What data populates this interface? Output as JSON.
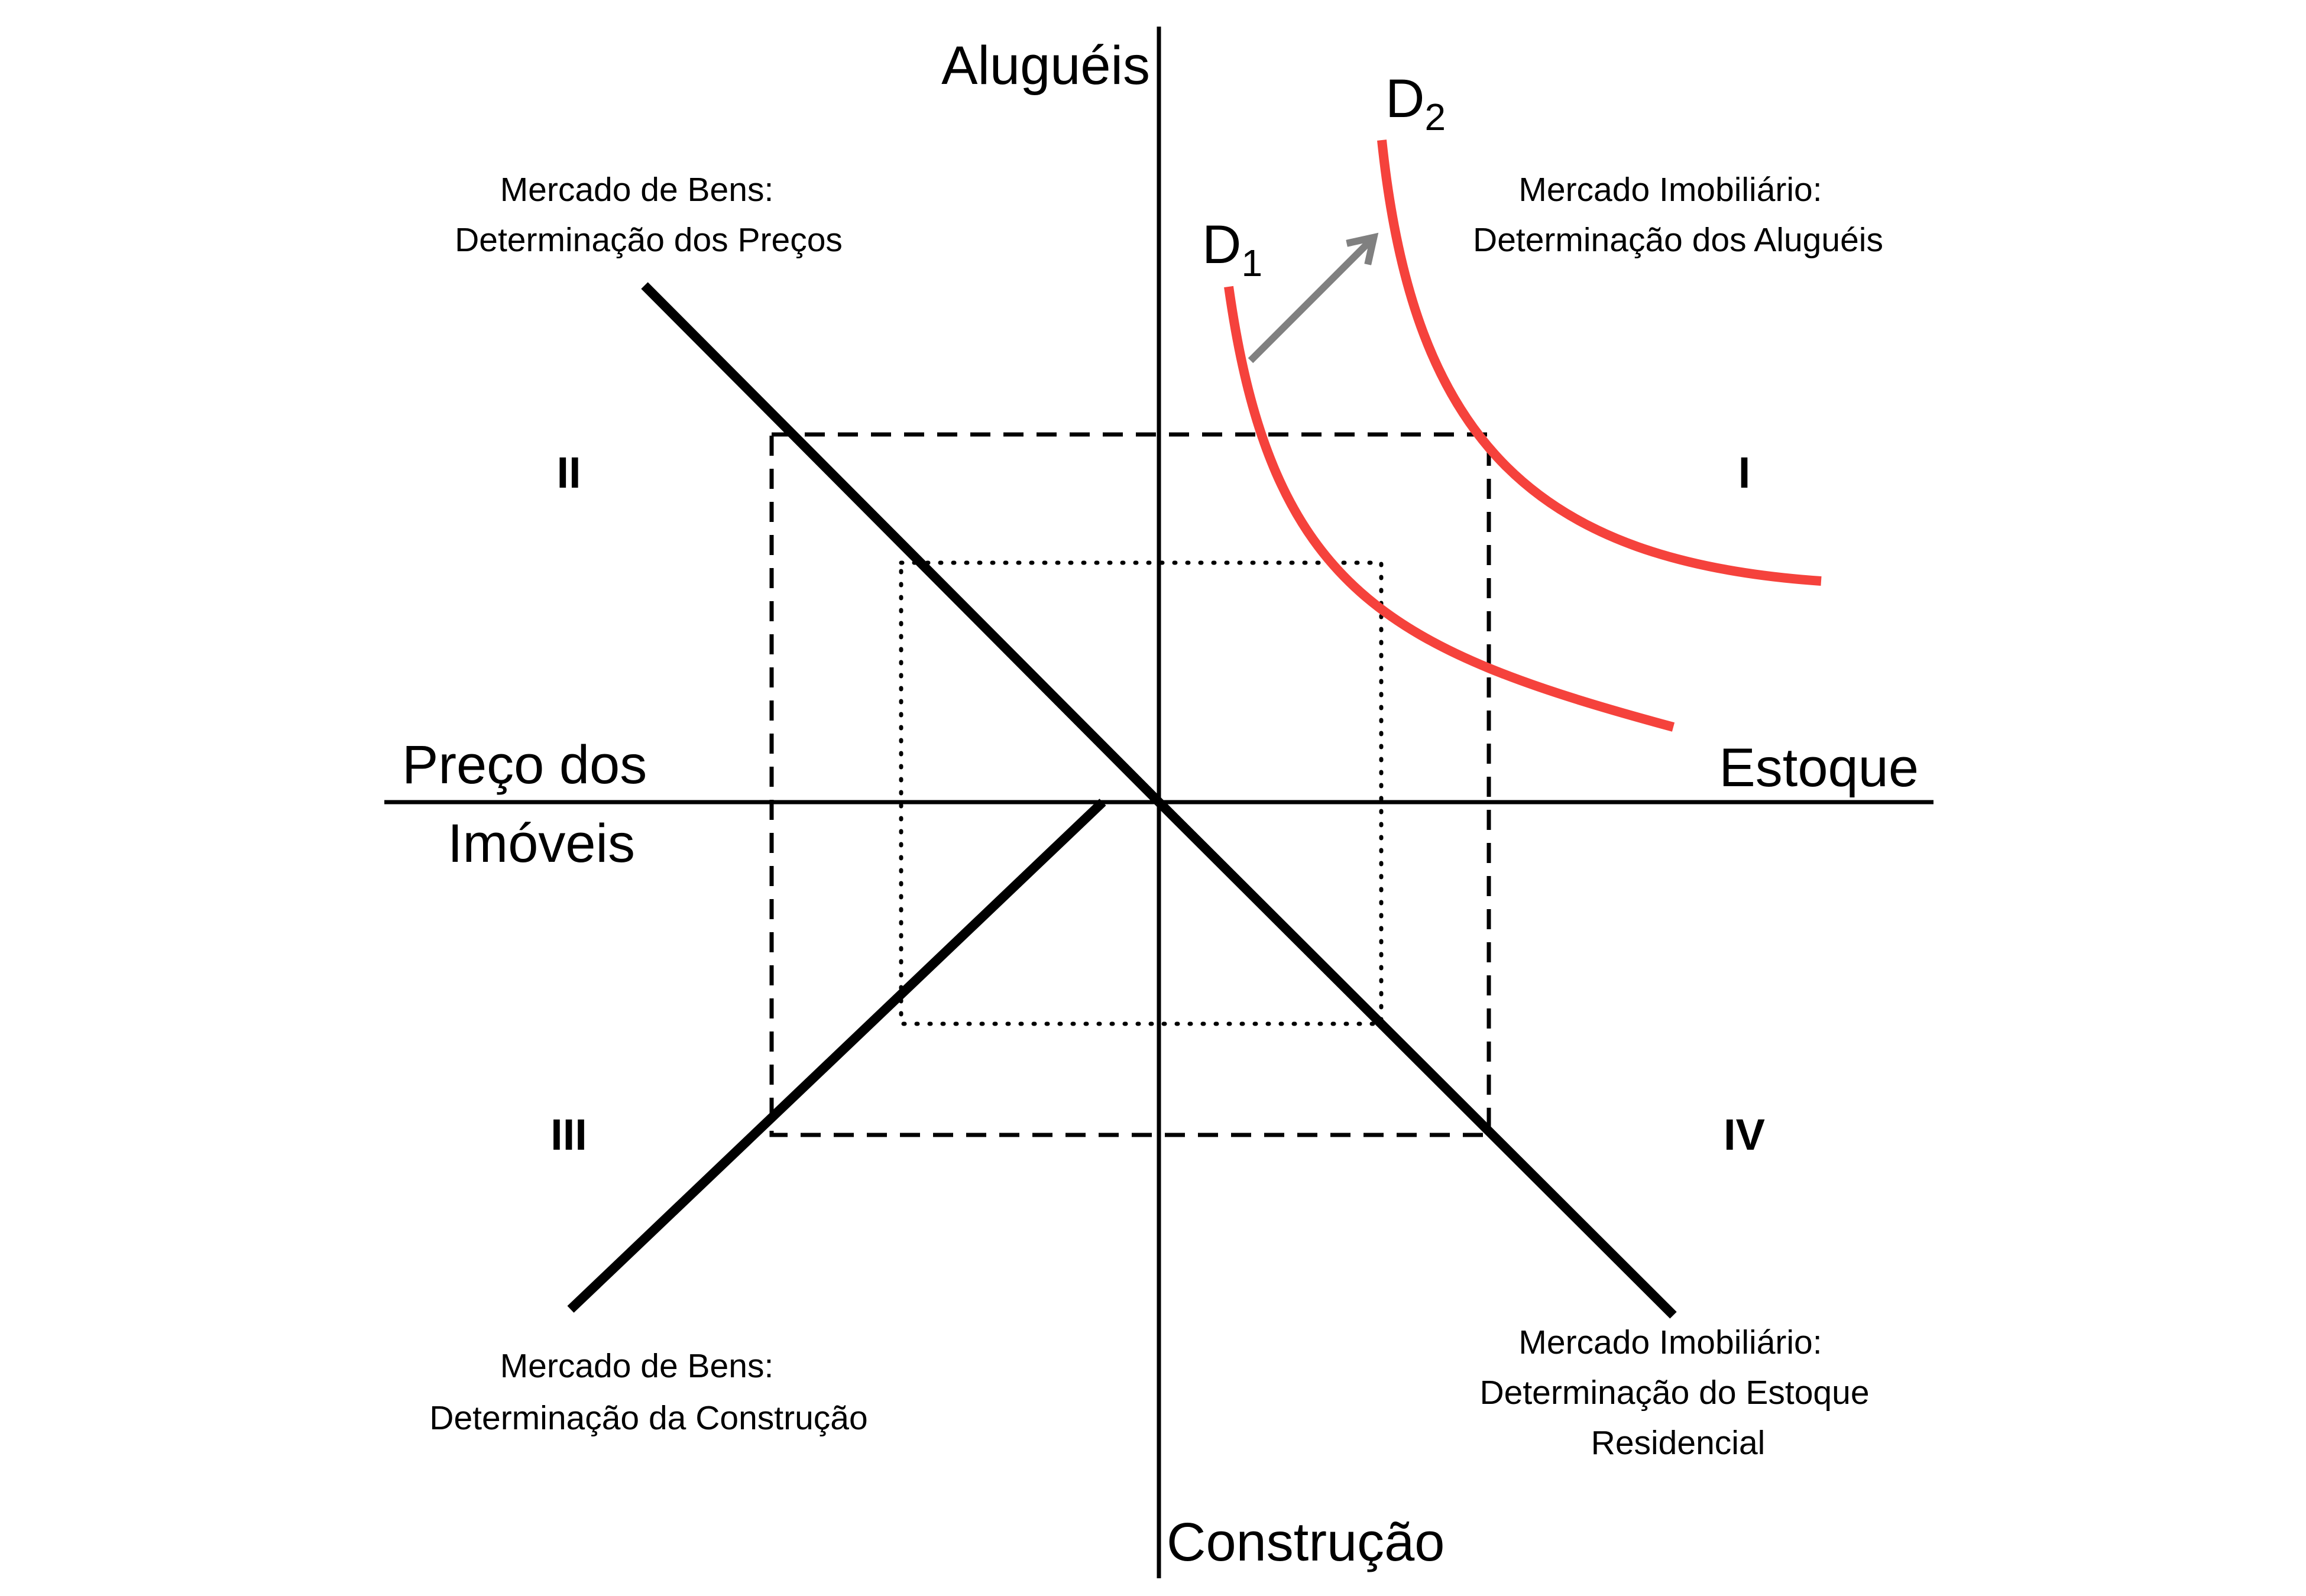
{
  "axes": {
    "top": "Aluguéis",
    "right": "Estoque",
    "left_line1": "Preço dos",
    "left_line2": "Imóveis",
    "bottom": "Construção"
  },
  "quadrants": {
    "I": {
      "numeral": "I",
      "line1": "Mercado Imobiliário:",
      "line2": "Determinação dos Aluguéis"
    },
    "II": {
      "numeral": "II",
      "line1": "Mercado de Bens:",
      "line2": "Determinação dos Preços"
    },
    "III": {
      "numeral": "III",
      "line1": "Mercado de Bens:",
      "line2": "Determinação da Construção"
    },
    "IV": {
      "numeral": "IV",
      "line1": "Mercado Imobiliário:",
      "line2": "Determinação do Estoque",
      "line3": "Residencial"
    }
  },
  "curves": {
    "d1": {
      "letter": "D",
      "subscript": "1"
    },
    "d2": {
      "letter": "D",
      "subscript": "2"
    }
  },
  "colors": {
    "demand_curve": "#f5423c",
    "shift_arrow": "#808080",
    "lines": "#000000"
  }
}
